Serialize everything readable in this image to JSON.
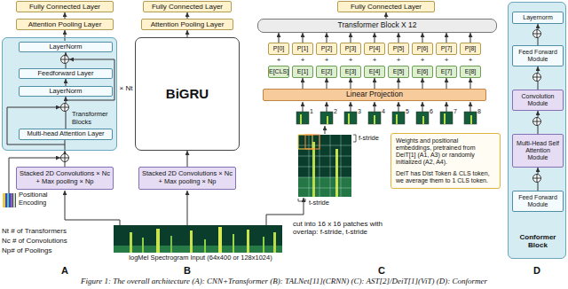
{
  "diagram": {
    "caption": "Figure 1: The overall architecture (A): CNN+Transformer (B): TALNet[11](CRNN) (C): AST[2]/DeiT[1](ViT) (D): Conformer",
    "nodes": [
      {
        "text": [
          "Fully Connected Layer"
        ]
      },
      {
        "text": [
          "Attention Pooling Layer"
        ]
      },
      {
        "text": [
          "Transformer Blocks"
        ]
      },
      {
        "text": [
          "LayerNorm"
        ],
        "in": 2
      },
      {
        "text": [
          "Feedforward Layer"
        ],
        "in": 2
      },
      {
        "text": [
          "LayerNorm"
        ],
        "in": 2
      },
      {
        "text": [
          "Multi-head Attention Layer"
        ],
        "in": 2
      },
      {
        "text": [
          "Stacked 2D Convolutions × Nc + Max pooling × Np"
        ]
      },
      {
        "text": [
          "Fully Connected Layer"
        ]
      },
      {
        "text": [
          "Attention Pooling Layer"
        ]
      },
      {
        "text": [
          "BiGRU"
        ]
      },
      {
        "text": [
          "Stacked 2D Convolutions × Nc + Max pooling × Np"
        ]
      },
      {
        "text": [
          "Fully Connected Layer"
        ]
      },
      {
        "text": [
          "Transformer Block X 12"
        ]
      },
      {
        "text": [
          "P[0]"
        ]
      },
      {
        "text": [
          "P[1]"
        ]
      },
      {
        "text": [
          "P[2]"
        ]
      },
      {
        "text": [
          "P[3]"
        ]
      },
      {
        "text": [
          "P[4]"
        ]
      },
      {
        "text": [
          "P[5]"
        ]
      },
      {
        "text": [
          "P[6]"
        ]
      },
      {
        "text": [
          "P[7]"
        ]
      },
      {
        "text": [
          "P[8]"
        ]
      },
      {
        "text": [
          "E[CLS]"
        ]
      },
      {
        "text": [
          "E[1]"
        ]
      },
      {
        "text": [
          "E[2]"
        ]
      },
      {
        "text": [
          "E[3]"
        ]
      },
      {
        "text": [
          "E[4]"
        ]
      },
      {
        "text": [
          "E[5]"
        ]
      },
      {
        "text": [
          "E[6]"
        ]
      },
      {
        "text": [
          "E[7]"
        ]
      },
      {
        "text": [
          "E[8]"
        ]
      },
      {
        "text": [
          "Linear Projection"
        ]
      },
      {
        "text": [
          "Weights and positional embeddings, pretrained from DeiT[1] (A1, A3) or randomly initialized (A2, A4).",
          "DeiT has Dist Token & CLS token, we average them to 1 CLS token."
        ]
      },
      {
        "text": [
          "Conformer Block"
        ]
      },
      {
        "text": [
          "Layernorm"
        ],
        "in": 34
      },
      {
        "text": [
          "Feed Forward Module"
        ],
        "in": 34
      },
      {
        "text": [
          "Convolution Module"
        ],
        "in": 34
      },
      {
        "text": [
          "Multi-Head Self Attention Module"
        ],
        "in": 34
      },
      {
        "text": [
          "Feed Forward Module"
        ],
        "in": 34
      }
    ],
    "edges": [
      {
        "from": 1,
        "to": 0,
        "arrow": "to"
      },
      {
        "from": 2,
        "to": 1,
        "arrow": "to"
      },
      {
        "from": 7,
        "to": 2,
        "arrow": "to"
      },
      {
        "from": 6,
        "to": 5,
        "arrow": "to"
      },
      {
        "from": 5,
        "to": 4,
        "arrow": "to"
      },
      {
        "from": 4,
        "to": 3,
        "arrow": "to"
      },
      {
        "from": 9,
        "to": 8,
        "arrow": "to"
      },
      {
        "from": 10,
        "to": 9,
        "arrow": "to"
      },
      {
        "from": 11,
        "to": 10,
        "arrow": "to"
      },
      {
        "from": 13,
        "to": 12,
        "arrow": "to"
      },
      {
        "from": 14,
        "to": 13,
        "arrow": "to"
      },
      {
        "from": 15,
        "to": 13,
        "arrow": "to"
      },
      {
        "from": 16,
        "to": 13,
        "arrow": "to"
      },
      {
        "from": 17,
        "to": 13,
        "arrow": "to"
      },
      {
        "from": 18,
        "to": 13,
        "arrow": "to"
      },
      {
        "from": 19,
        "to": 13,
        "arrow": "to"
      },
      {
        "from": 20,
        "to": 13,
        "arrow": "to"
      },
      {
        "from": 21,
        "to": 13,
        "arrow": "to"
      },
      {
        "from": 22,
        "to": 13,
        "arrow": "to"
      },
      {
        "from": 32,
        "to": 24,
        "arrow": "to"
      },
      {
        "from": 32,
        "to": 25,
        "arrow": "to"
      },
      {
        "from": 32,
        "to": 26,
        "arrow": "to"
      },
      {
        "from": 32,
        "to": 27,
        "arrow": "to"
      },
      {
        "from": 32,
        "to": 28,
        "arrow": "to"
      },
      {
        "from": 32,
        "to": 29,
        "arrow": "to"
      },
      {
        "from": 32,
        "to": 30,
        "arrow": "to"
      },
      {
        "from": 32,
        "to": 31,
        "arrow": "to"
      },
      {
        "from": 39,
        "to": 38,
        "arrow": "to"
      },
      {
        "from": 38,
        "to": 37,
        "arrow": "to"
      },
      {
        "from": 37,
        "to": 36,
        "arrow": "to"
      },
      {
        "from": 36,
        "to": 35,
        "arrow": "to"
      }
    ],
    "labels": [
      "× Nt",
      "Positional Encoding",
      "Nt # of Transformers",
      "Nc # of Convolutions",
      "Np# of Poolings",
      "A",
      "logMel Spectrogram Input (64x400 or 128x1024)",
      "B",
      "+",
      "+",
      "+",
      "+",
      "+",
      "+",
      "+",
      "+",
      "+",
      "1",
      "2",
      "3",
      "4",
      "5",
      "6",
      "7",
      "8",
      "f-stride",
      "t-stride",
      "cut into 16 x 16 patches with overlap: f-stride, t-stride",
      "C",
      "D"
    ]
  }
}
